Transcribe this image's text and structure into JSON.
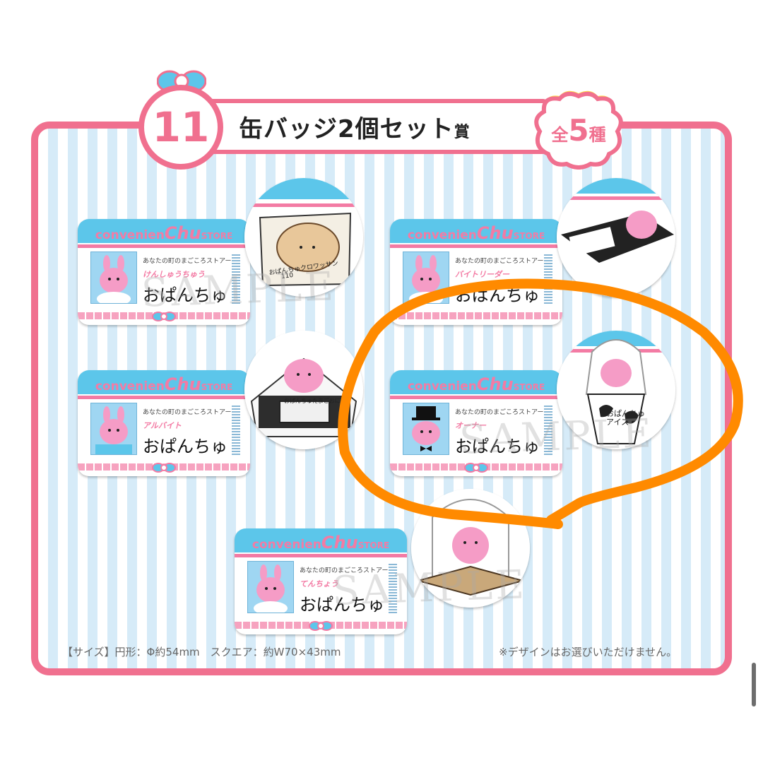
{
  "header": {
    "number": "11",
    "title": "缶バッジ2個セット",
    "title_suffix": "賞",
    "badge_prefix": "全",
    "badge_count": "5",
    "badge_suffix": "種"
  },
  "square_badges": [
    {
      "logo_a": "convenien",
      "logo_b": "Chu",
      "logo_c": "STORE",
      "store": "あなたの町のまごころストアー",
      "role": "けんしゅうちゅう",
      "name": "おぱんちゅ"
    },
    {
      "logo_a": "convenien",
      "logo_b": "Chu",
      "logo_c": "STORE",
      "store": "あなたの町のまごころストアー",
      "role": "バイトリーダー",
      "name": "おぱんちゅ"
    },
    {
      "logo_a": "convenien",
      "logo_b": "Chu",
      "logo_c": "STORE",
      "store": "あなたの町のまごころストアー",
      "role": "アルバイト",
      "name": "おぱんちゅ"
    },
    {
      "logo_a": "convenien",
      "logo_b": "Chu",
      "logo_c": "STORE",
      "store": "あなたの町のまごころストアー",
      "role": "オーナー",
      "name": "おぱんちゅ"
    },
    {
      "logo_a": "convenien",
      "logo_b": "Chu",
      "logo_c": "STORE",
      "store": "あなたの町のまごころストアー",
      "role": "てんちょう",
      "name": "おぱんちゅ"
    }
  ],
  "round_badges": [
    {
      "label": "おぱんちゅクロワッサン",
      "price": "110"
    },
    {
      "label": ""
    },
    {
      "label": "おぱんちゅたまごおにぎり"
    },
    {
      "label": "おぱんちゅアイス"
    },
    {
      "label": ""
    }
  ],
  "watermark": "SAMPLE",
  "footer": {
    "left": "【サイズ】円形：Φ約54mm　スクエア：約W70×43mm",
    "right": "※デザインはお選びいただけません。"
  },
  "colors": {
    "pink": "#f0708f",
    "sky": "#5cc6ea",
    "stripe": "#d6ebf8",
    "highlight": "#ff8a00"
  }
}
